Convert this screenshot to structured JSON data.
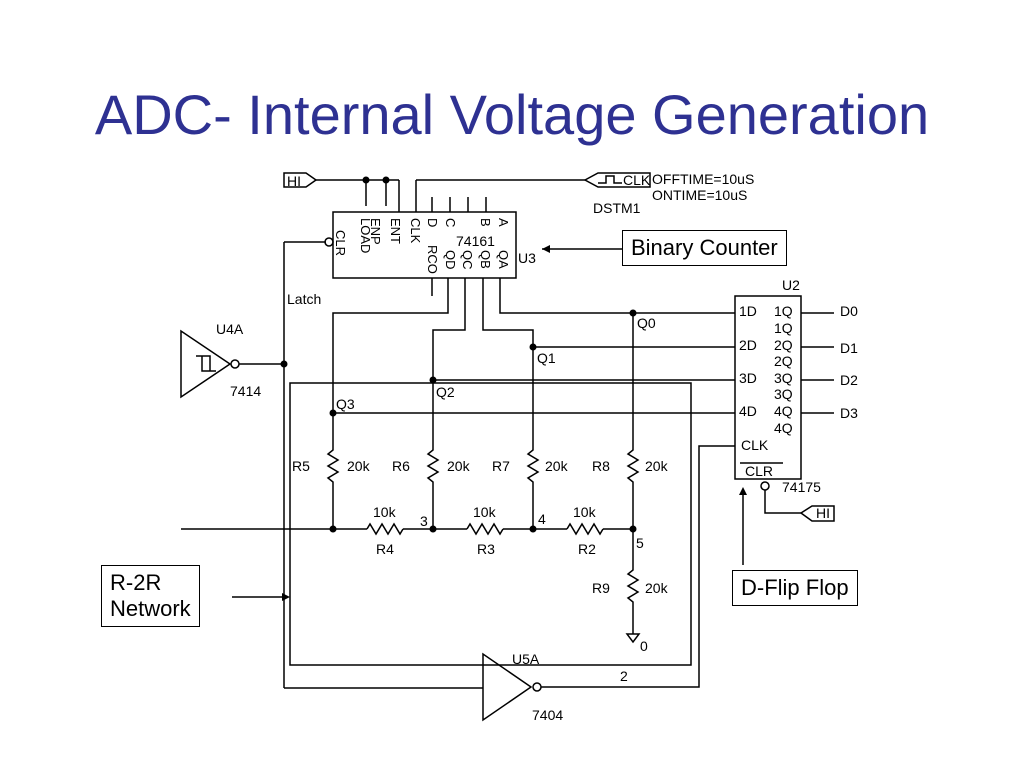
{
  "title": "ADC- Internal Voltage Generation",
  "callouts": {
    "binary_counter": "Binary Counter",
    "r2r_line1": "R-2R",
    "r2r_line2": "Network",
    "dff": "D-Flip Flop"
  },
  "schematic": {
    "hi_left": "HI",
    "hi_right": "HI",
    "clk": "CLK",
    "clk_source": "DSTM1",
    "offtime": "OFFTIME=10uS",
    "ontime": "ONTIME=10uS",
    "counter_part": "74161",
    "counter_ref": "U3",
    "counter_pins": [
      "CLR",
      "LOAD",
      "ENP",
      "ENT",
      "CLK",
      "D",
      "C",
      "B",
      "A",
      "RCO",
      "QD",
      "QC",
      "QB",
      "QA"
    ],
    "latch": "Latch",
    "inv1_ref": "U4A",
    "inv1_part": "7414",
    "inv2_ref": "U5A",
    "inv2_part": "7404",
    "inv2_pin": "2",
    "ff_ref": "U2",
    "ff_part": "74175",
    "ff_inputs": [
      "1D",
      "2D",
      "3D",
      "4D",
      "CLK",
      "CLR"
    ],
    "ff_outputs": [
      "1Q",
      "1Q",
      "2Q",
      "2Q",
      "3Q",
      "3Q",
      "4Q",
      "4Q"
    ],
    "data_outputs": [
      "D0",
      "D1",
      "D2",
      "D3"
    ],
    "q_nets": [
      "Q0",
      "Q1",
      "Q2",
      "Q3"
    ],
    "resistors_20k": [
      {
        "ref": "R5",
        "value": "20k"
      },
      {
        "ref": "R6",
        "value": "20k"
      },
      {
        "ref": "R7",
        "value": "20k"
      },
      {
        "ref": "R8",
        "value": "20k"
      },
      {
        "ref": "R9",
        "value": "20k"
      }
    ],
    "resistors_10k": [
      {
        "ref": "R4",
        "value": "10k"
      },
      {
        "ref": "R3",
        "value": "10k"
      },
      {
        "ref": "R2",
        "value": "10k"
      }
    ],
    "nodes": [
      "3",
      "4",
      "5"
    ],
    "ground": "0"
  }
}
